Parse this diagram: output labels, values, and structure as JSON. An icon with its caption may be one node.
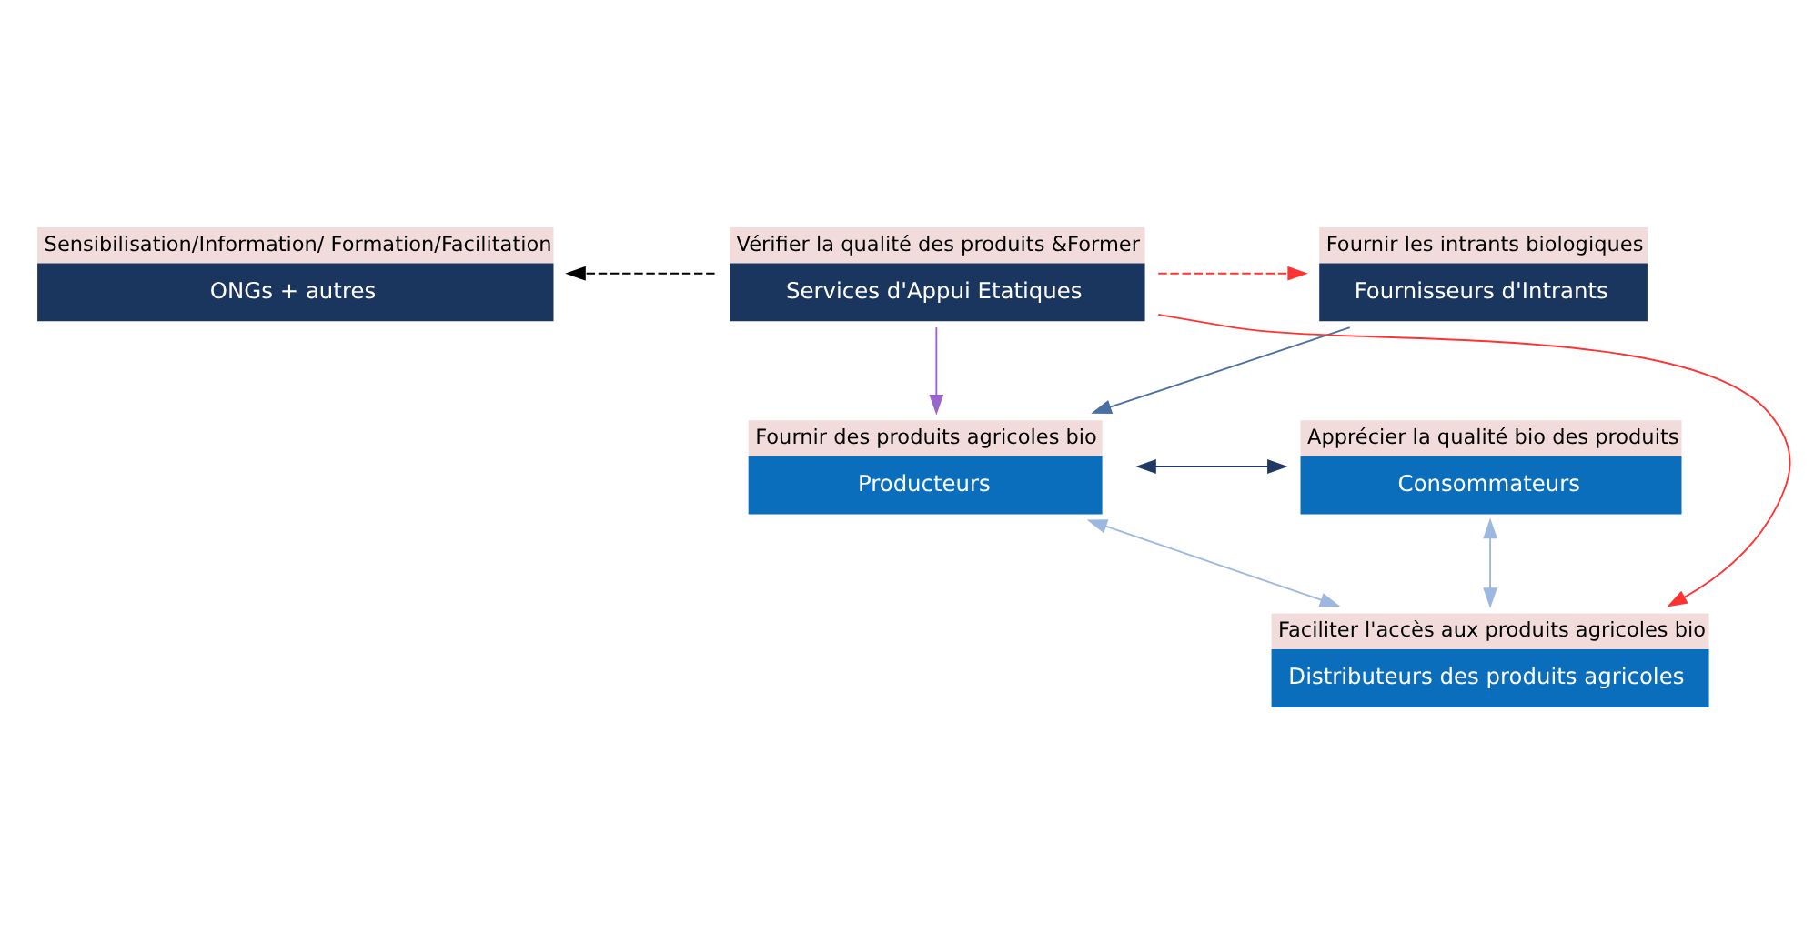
{
  "diagram": {
    "nodes": [
      {
        "text": [
          "Sensibilisation/Information/ Formation/Facilitation",
          "ONGs + autres"
        ]
      },
      {
        "text": [
          "Fournir des produits agricoles bio",
          "Producteurs"
        ]
      },
      {
        "text": [
          "Apprécier la qualité bio des produits",
          "Consommateurs"
        ]
      },
      {
        "text": [
          "Faciliter l'accès aux produits agricoles bio",
          "Distributeurs des produits agricoles"
        ]
      },
      {
        "text": [
          "Fournir les intrants biologiques",
          "Fournisseurs d'Intrants"
        ]
      },
      {
        "text": [
          "Vérifier la qualité des produits &Former",
          "Services d'Appui Etatiques"
        ]
      }
    ],
    "edges": [
      {
        "from": 1,
        "to": 2,
        "arrow": "both",
        "color": "#1f3864"
      },
      {
        "from": 1,
        "to": 3,
        "arrow": "both",
        "color": "#9db8e0"
      },
      {
        "from": 2,
        "to": 3,
        "arrow": "both",
        "color": "#9db8e0"
      },
      {
        "from": 4,
        "to": 1,
        "arrow": "to",
        "color": "#4a6fa5"
      },
      {
        "from": 5,
        "to": 1,
        "arrow": "to",
        "color": "#9966cc"
      },
      {
        "from": 5,
        "to": 3,
        "arrow": "to",
        "color": "#ff3333"
      },
      {
        "from": 5,
        "to": 4,
        "arrow": "to",
        "style": "dashed",
        "color": "#ff3333"
      },
      {
        "from": 5,
        "to": 0,
        "arrow": "to",
        "style": "dashed",
        "color": "#000000"
      }
    ]
  }
}
